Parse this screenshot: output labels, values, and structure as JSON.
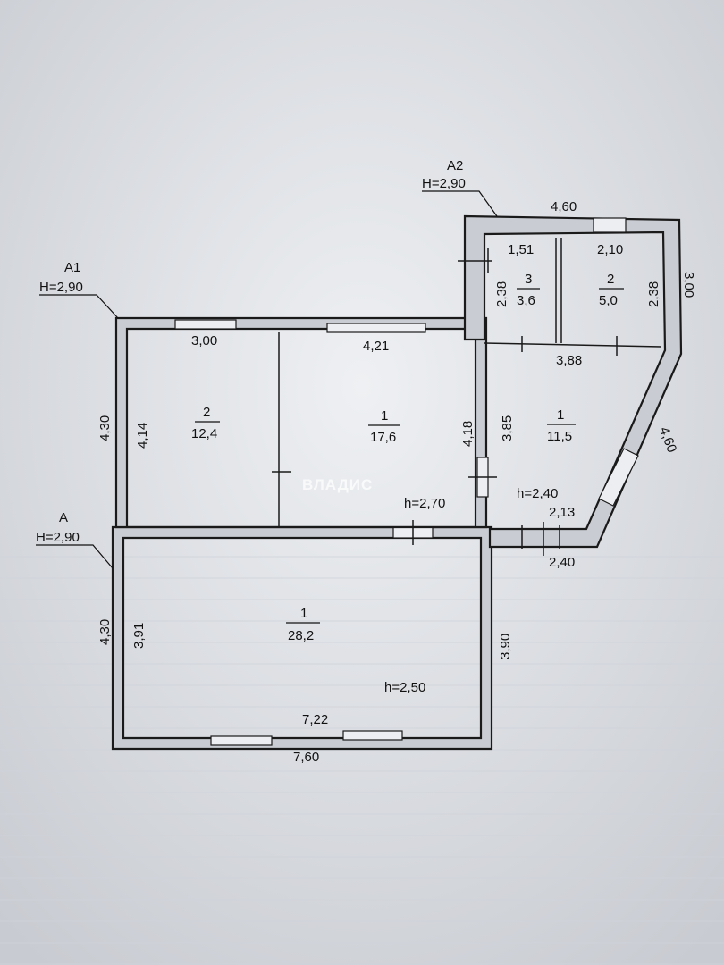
{
  "labels": {
    "a2_name": "А2",
    "a2_height": "Н=2,90",
    "a1_name": "А1",
    "a1_height": "Н=2,90",
    "a_name": "А",
    "a_height": "Н=2,90"
  },
  "rooms": {
    "a1_room2": {
      "num": "2",
      "area": "12,4"
    },
    "a1_room1": {
      "num": "1",
      "area": "17,6"
    },
    "a2_room3": {
      "num": "3",
      "area": "3,6"
    },
    "a2_room2": {
      "num": "2",
      "area": "5,0"
    },
    "a2_room1": {
      "num": "1",
      "area": "11,5"
    },
    "a_room1": {
      "num": "1",
      "area": "28,2"
    }
  },
  "dims": {
    "a2_top": "4,60",
    "a2_room3_width": "1,51",
    "a2_room2_width": "2,10",
    "a2_room3_height": "2,38",
    "a2_room2_height": "2,38",
    "a2_right_outer": "3,00",
    "a2_room1_width": "3,88",
    "a2_diagonal": "4,60",
    "a2_bottom_inner": "2,13",
    "a2_bottom_outer": "2,40",
    "a1_room2_width": "3,00",
    "a1_room1_width": "4,21",
    "a1_left_outer": "4,30",
    "a1_room2_height": "4,14",
    "a1_room1_height": "4,18",
    "a2_room1_height": "3,85",
    "a_left_outer": "4,30",
    "a_left_inner": "3,91",
    "a_right": "3,90",
    "a_inner_width": "7,22",
    "a_outer_width": "7,60"
  },
  "heights": {
    "a1": "h=2,70",
    "a2": "h=2,40",
    "a": "h=2,50"
  },
  "watermark": "ВЛАДИС"
}
